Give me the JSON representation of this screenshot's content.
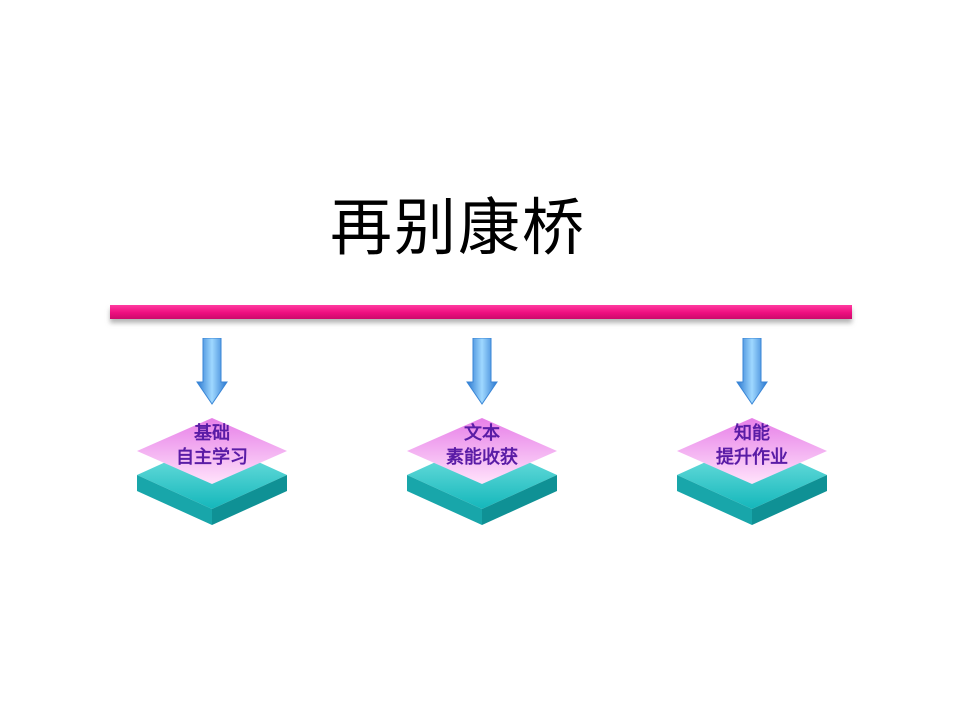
{
  "title": "再别康桥",
  "colors": {
    "bar": "#ee0f7f",
    "arrow": "#4a9fe8",
    "top_layer": "#f4aef2",
    "bottom_layer": "#24c5c8",
    "label_text": "#5a1ca6"
  },
  "sections": [
    {
      "icon": "down-arrow-icon",
      "line1": "基础",
      "line2": "自主学习"
    },
    {
      "icon": "down-arrow-icon",
      "line1": "文本",
      "line2": "素能收获"
    },
    {
      "icon": "down-arrow-icon",
      "line1": "知能",
      "line2": "提升作业"
    }
  ]
}
